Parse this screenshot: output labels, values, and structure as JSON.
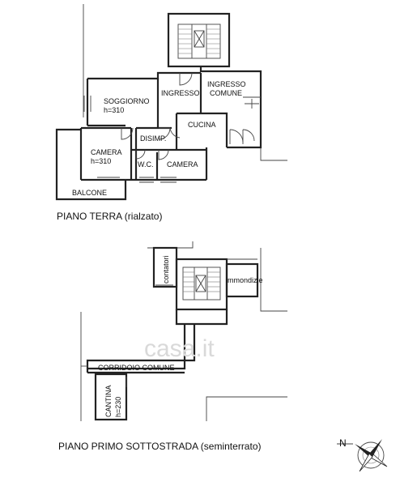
{
  "ground_floor": {
    "caption": "PIANO TERRA (rialzato)",
    "rooms": {
      "soggiorno": {
        "name": "SOGGIORNO",
        "height": "h=310"
      },
      "ingresso": {
        "name": "INGRESSO"
      },
      "ingresso_comune": {
        "line1": "INGRESSO",
        "line2": "COMUNE"
      },
      "cucina": {
        "name": "CUCINA"
      },
      "disimpegno": {
        "name": "DISIMP."
      },
      "camera_large": {
        "name": "CAMERA",
        "height": "h=310"
      },
      "wc": {
        "name": "W.C."
      },
      "camera_small": {
        "name": "CAMERA"
      },
      "balcone": {
        "name": "BALCONE"
      }
    }
  },
  "basement": {
    "caption": "PIANO PRIMO SOTTOSTRADA (seminterrato)",
    "rooms": {
      "contatori": {
        "name": "contatori"
      },
      "immondizie": {
        "name": "immondizie"
      },
      "corridoio": {
        "name": "CORRIDOIO COMUNE"
      },
      "cantina": {
        "name": "CANTINA",
        "height": "h=230"
      }
    }
  },
  "compass": {
    "north_label": "N",
    "icon": "compass-rose-icon"
  },
  "watermark": {
    "text": "casa.it",
    "color": "#d9d9d9"
  }
}
